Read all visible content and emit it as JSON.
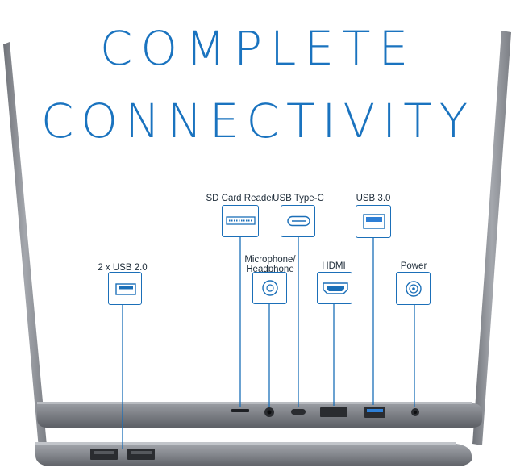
{
  "headline": {
    "line1": "COMPLETE",
    "line2": "CONNECTIVITY"
  },
  "ports": {
    "usb2": {
      "label": "2 x USB 2.0",
      "icon": "usb-a-icon"
    },
    "sdcard": {
      "label": "SD Card Reader",
      "icon": "sd-card-slot-icon"
    },
    "usbc": {
      "label": "USB Type-C",
      "icon": "usb-c-icon"
    },
    "usb3": {
      "label": "USB 3.0",
      "icon": "usb-a-blue-icon"
    },
    "audio": {
      "label_line1": "Microphone/",
      "label_line2": "Headphone",
      "icon": "audio-jack-icon"
    },
    "hdmi": {
      "label": "HDMI",
      "icon": "hdmi-icon"
    },
    "power": {
      "label": "Power",
      "icon": "power-jack-icon"
    }
  },
  "colors": {
    "accent": "#1a73bf",
    "laptop_body": "#8b8e95",
    "laptop_dark": "#5a5d63",
    "usb3_blue": "#2e7fd6"
  }
}
